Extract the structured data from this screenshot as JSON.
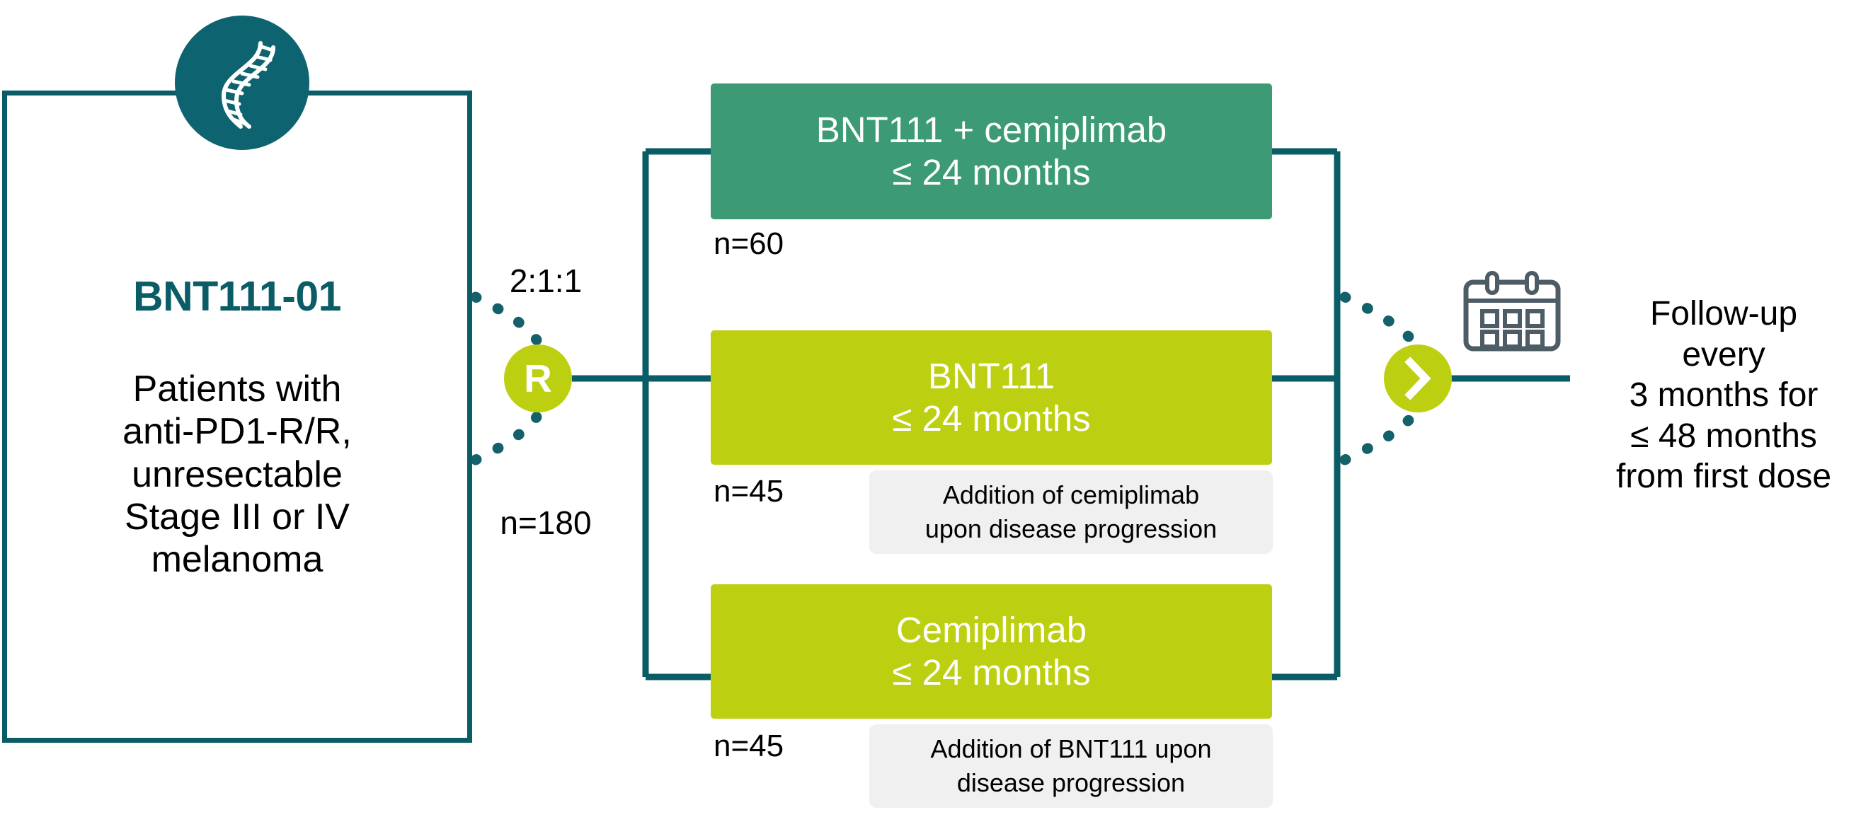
{
  "theme": {
    "teal": "#0A5C66",
    "teal_badge": "#0D6470",
    "lime": "#BCCF10",
    "green": "#3C9B74",
    "gray_box": "#F0F0F0",
    "calendar_gray": "#4E5C66",
    "text_black": "#000000",
    "white": "#FFFFFF"
  },
  "population": {
    "study_title": "BNT111-01",
    "description_lines": [
      "Patients with",
      "anti-PD1-R/R,",
      "unresectable",
      "Stage III or IV",
      "melanoma"
    ],
    "icon": "dna-helix-icon"
  },
  "randomization": {
    "node_label": "R",
    "ratio": "2:1:1",
    "total_n": "n=180"
  },
  "arms": [
    {
      "id": "arm-0",
      "lines": [
        "BNT111 + cemiplimab",
        "≤ 24 months"
      ],
      "n": "n=60",
      "color": "#3C9B74",
      "crossover": null
    },
    {
      "id": "arm-1",
      "lines": [
        "BNT111",
        "≤ 24 months"
      ],
      "n": "n=45",
      "color": "#BCCF10",
      "crossover": [
        "Addition of cemiplimab",
        "upon disease progression"
      ]
    },
    {
      "id": "arm-2",
      "lines": [
        "Cemiplimab",
        "≤ 24 months"
      ],
      "n": "n=45",
      "color": "#BCCF10",
      "crossover": [
        "Addition of BNT111 upon",
        "disease progression"
      ]
    }
  ],
  "followup": {
    "icon": "calendar-icon",
    "node_icon": "chevron-right-icon",
    "lines": [
      "Follow-up",
      "every",
      "3 months for",
      "≤ 48 months",
      "from first dose"
    ]
  },
  "chart_data": {
    "type": "diagram",
    "title": "BNT111-01 randomized clinical trial schema",
    "total_enrollment": 180,
    "randomization_ratio": "2:1:1",
    "arm_allocations": [
      {
        "arm": "BNT111 + cemiplimab",
        "n": 60,
        "treatment_duration_months_max": 24
      },
      {
        "arm": "BNT111",
        "n": 45,
        "treatment_duration_months_max": 24,
        "crossover": "Addition of cemiplimab upon disease progression"
      },
      {
        "arm": "Cemiplimab",
        "n": 45,
        "treatment_duration_months_max": 24,
        "crossover": "Addition of BNT111 upon disease progression"
      }
    ],
    "followup_interval_months": 3,
    "followup_duration_months_max": 48
  }
}
